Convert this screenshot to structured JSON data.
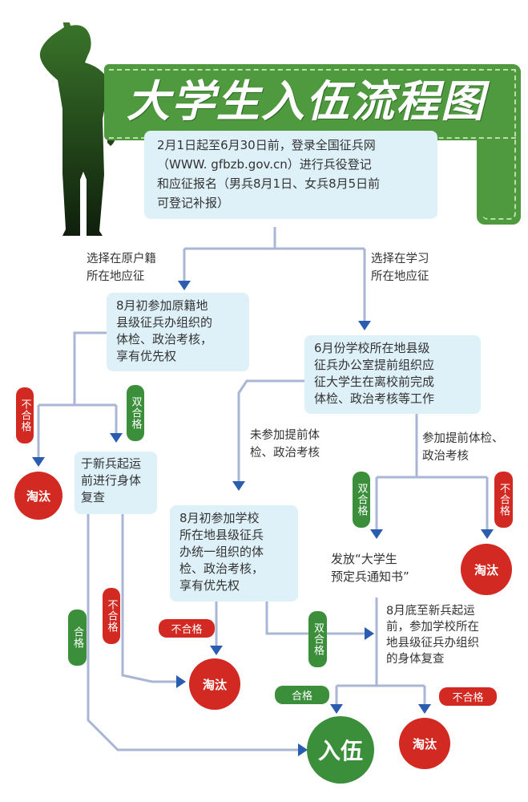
{
  "title": "大学生入伍流程图",
  "colors": {
    "box": "#def0f8",
    "line": "#aab6d6",
    "arrow": "#2a5cb0",
    "red": "#d22a22",
    "green": "#3b8f3a",
    "banner": "#4f9a3f"
  },
  "step_register": {
    "lines": [
      "2月1日起至6月30日前，登录全国征兵网",
      "（WWW. gfbzb.gov.cn）进行兵役登记",
      "和应征报名（男兵8月1日、女兵8月5日前",
      "可登记补报）"
    ]
  },
  "branch_home": {
    "lines": [
      "选择在原户籍",
      "所在地应征"
    ]
  },
  "branch_school": {
    "lines": [
      "选择在学习",
      "所在地应征"
    ]
  },
  "step_home_check": {
    "lines": [
      "8月初参加原籍地",
      "县级征兵办组织的",
      "体检、政治考核，",
      "享有优先权"
    ]
  },
  "step_school_june": {
    "lines": [
      "6月份学校所在地县级",
      "征兵办公室提前组织应",
      "征大学生在离校前完成",
      "体检、政治考核等工作"
    ]
  },
  "step_recheck_home": {
    "lines": [
      "于新兵起运",
      "前进行身体",
      "复查"
    ]
  },
  "label_not_joined": {
    "lines": [
      "未参加提前体",
      "检、政治考核"
    ]
  },
  "label_joined": {
    "lines": [
      "参加提前体检、",
      "政治考核"
    ]
  },
  "step_school_aug": {
    "lines": [
      "8月初参加学校",
      "所在地县级征兵",
      "办统一组织的体",
      "检、政治考核，",
      "享有优先权"
    ]
  },
  "step_notice": {
    "lines": [
      "发放“大学生",
      "预定兵通知书”"
    ]
  },
  "step_recheck_school": {
    "lines": [
      "8月底至新兵起运",
      "前，参加学校所在",
      "地县级征兵办组织",
      "的身体复查"
    ]
  },
  "labels": {
    "fail": "不合格",
    "double_pass": "双合格",
    "pass": "合格",
    "eliminated": "淘汰",
    "enlist": "入伍"
  }
}
